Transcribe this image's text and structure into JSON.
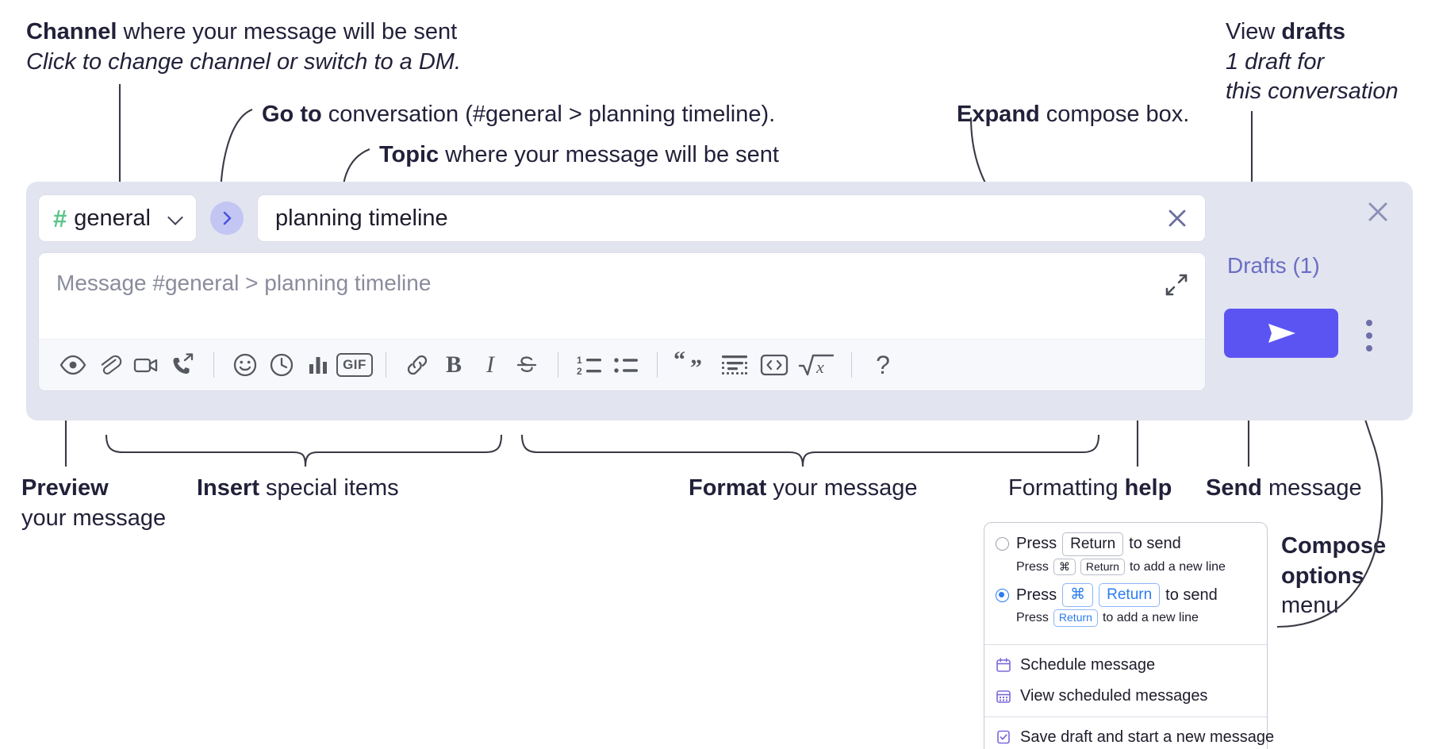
{
  "annotations": {
    "channel": {
      "line1_bold": "Channel",
      "line1_rest": " where your message will be sent",
      "line2": "Click to change channel or switch to a DM."
    },
    "goto": {
      "bold": "Go to",
      "rest": " conversation (#general > planning timeline)."
    },
    "topic": {
      "bold": "Topic",
      "rest": " where your message will be sent"
    },
    "expand": {
      "bold": "Expand",
      "rest": " compose box."
    },
    "drafts": {
      "line1_rest": "View ",
      "line1_bold": "drafts",
      "line2": "1 draft for",
      "line3": "this conversation"
    },
    "preview": {
      "bold": "Preview",
      "line2": "your message"
    },
    "insert": {
      "bold": "Insert",
      "rest": " special items"
    },
    "format": {
      "bold": "Format",
      "rest": " your message"
    },
    "formatting_help": {
      "rest": "Formatting ",
      "bold": "help"
    },
    "send": {
      "bold": "Send",
      "rest": " message"
    },
    "compose_options": {
      "line1": "Compose",
      "line2": "options",
      "line3": "menu"
    }
  },
  "compose": {
    "channel_selector": {
      "hash": "#",
      "name": "general",
      "icon": "hash-icon",
      "chevron": "chevron-down-icon"
    },
    "goto_button_icon": "chevron-right-icon",
    "topic_field": {
      "value": "planning timeline",
      "clear_icon": "close-icon"
    },
    "message_input": {
      "placeholder": "Message #general > planning timeline",
      "value": "",
      "expand_icon": "expand-diagonal-icon"
    },
    "toolbar": [
      {
        "name": "preview-icon",
        "label": "Preview"
      },
      {
        "name": "attachment-icon",
        "label": "Attach file"
      },
      {
        "name": "video-camera-icon",
        "label": "Record video"
      },
      {
        "name": "phone-share-icon",
        "label": "Audio clip"
      },
      {
        "separator": true
      },
      {
        "name": "emoji-icon",
        "label": "Emoji"
      },
      {
        "name": "clock-icon",
        "label": "Reminder"
      },
      {
        "name": "poll-chart-icon",
        "label": "Poll"
      },
      {
        "name": "gif-icon",
        "label": "GIF"
      },
      {
        "separator": true
      },
      {
        "name": "link-icon",
        "label": "Link"
      },
      {
        "name": "bold-icon",
        "label": "Bold"
      },
      {
        "name": "italic-icon",
        "label": "Italic"
      },
      {
        "name": "strikethrough-icon",
        "label": "Strikethrough"
      },
      {
        "separator": true
      },
      {
        "name": "ordered-list-icon",
        "label": "Ordered list"
      },
      {
        "name": "bulleted-list-icon",
        "label": "Bulleted list"
      },
      {
        "separator": true
      },
      {
        "name": "blockquote-icon",
        "label": "Blockquote"
      },
      {
        "name": "code-block-icon",
        "label": "Code block"
      },
      {
        "name": "inline-code-icon",
        "label": "Code"
      },
      {
        "name": "math-sqrt-icon",
        "label": "Math"
      },
      {
        "separator": true
      },
      {
        "name": "help-question-icon",
        "label": "?"
      }
    ],
    "right_pane": {
      "close_icon": "close-icon",
      "drafts_label": "Drafts (1)",
      "send_icon": "send-paper-plane-icon",
      "kebab_icon": "vertical-dots-icon"
    }
  },
  "menu": {
    "options": [
      {
        "selected": false,
        "prefix": "Press",
        "keys": [
          "Return"
        ],
        "suffix": "to send",
        "sub_prefix": "Press",
        "sub_keys": [
          "⌘",
          "Return"
        ],
        "sub_suffix": "to add a new line"
      },
      {
        "selected": true,
        "prefix": "Press",
        "keys": [
          "⌘",
          "Return"
        ],
        "suffix": "to send",
        "sub_prefix": "Press",
        "sub_keys": [
          "Return"
        ],
        "sub_suffix": "to add a new line"
      }
    ],
    "items": [
      {
        "icon": "calendar-schedule-icon",
        "label": "Schedule message"
      },
      {
        "icon": "calendar-grid-icon",
        "label": "View scheduled messages"
      },
      {
        "icon": "save-draft-check-icon",
        "label": "Save draft and start a new message"
      }
    ]
  },
  "colors": {
    "compose_bg": "#e2e4f0",
    "send_button": "#5b54f3",
    "drafts_link": "#6a6dc4",
    "hash_green": "#5bc489",
    "goto_circle": "#c3c6f2",
    "radio_blue": "#2b7cf0",
    "menu_icon_purple": "#7b68d9",
    "text": "#1d1c2b"
  }
}
